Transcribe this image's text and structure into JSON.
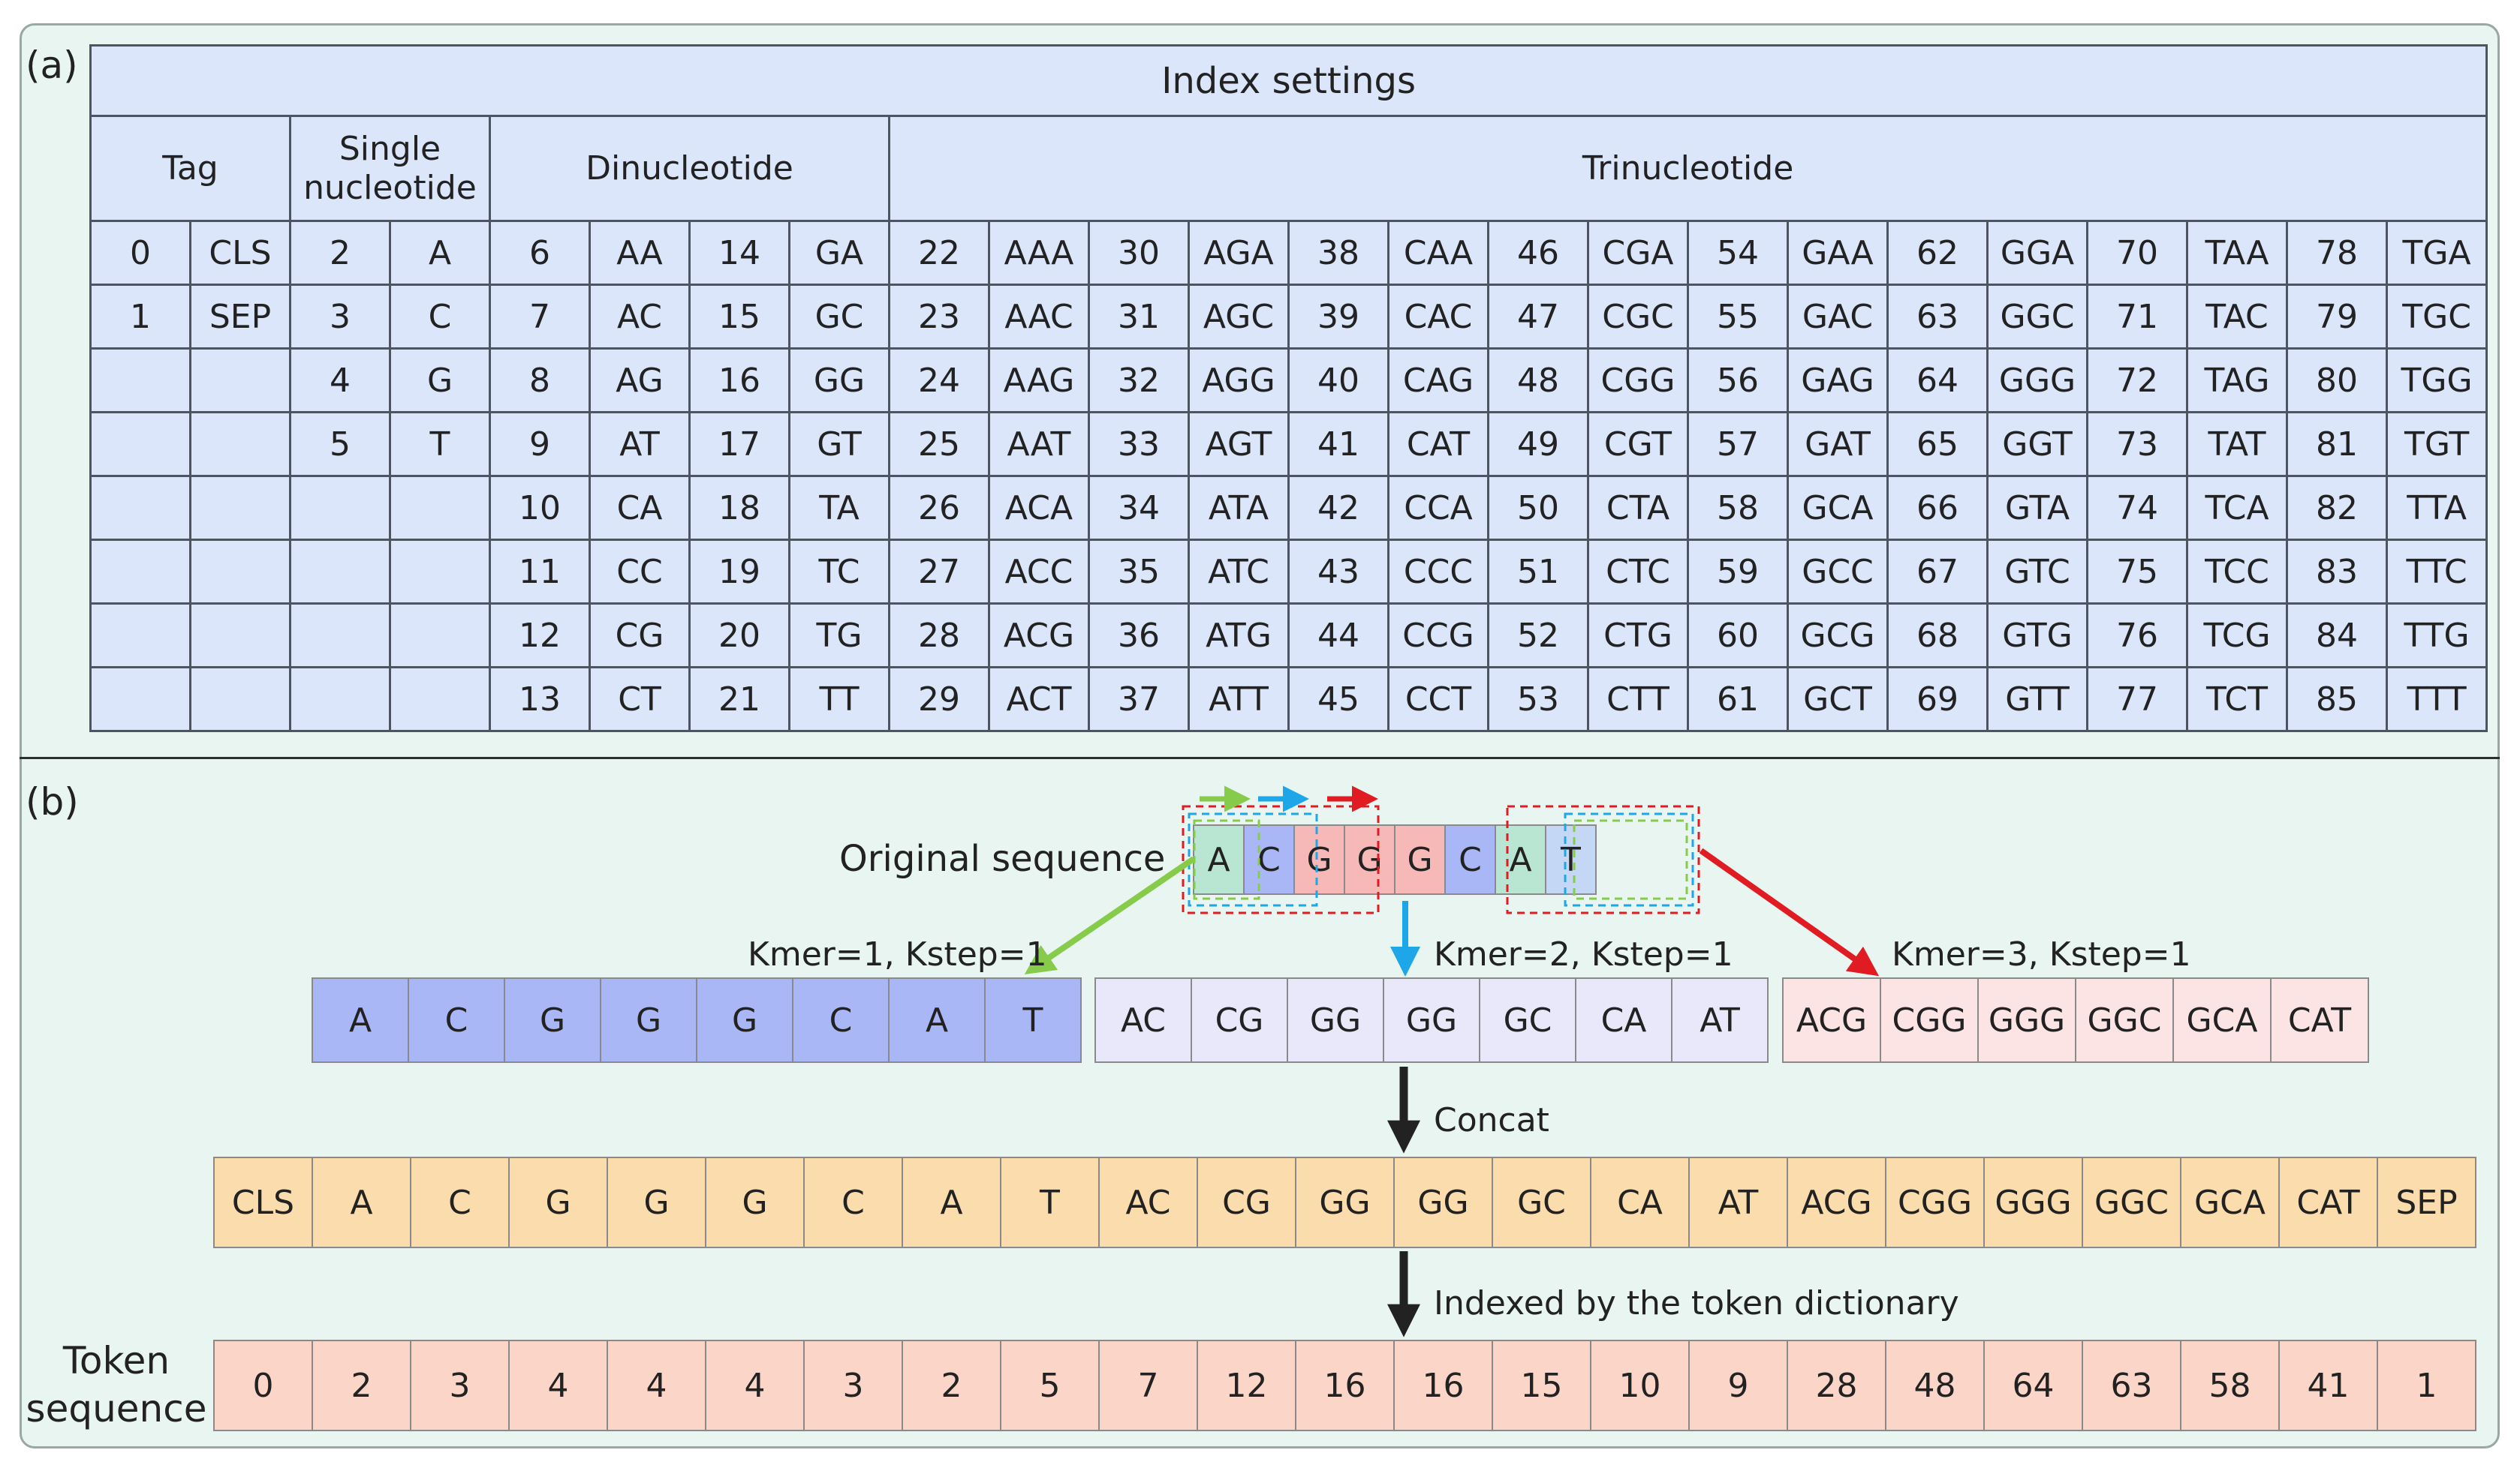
{
  "panel_a_label": "(a)",
  "panel_b_label": "(b)",
  "table": {
    "title": "Index settings",
    "groups": {
      "tag": "Tag",
      "single": "Single nucleotide",
      "dinucleotide": "Dinucleotide",
      "trinucleotide": "Trinucleotide"
    },
    "rows": [
      [
        "0",
        "CLS",
        "2",
        "A",
        "6",
        "AA",
        "14",
        "GA",
        "22",
        "AAA",
        "30",
        "AGA",
        "38",
        "CAA",
        "46",
        "CGA",
        "54",
        "GAA",
        "62",
        "GGA",
        "70",
        "TAA",
        "78",
        "TGA"
      ],
      [
        "1",
        "SEP",
        "3",
        "C",
        "7",
        "AC",
        "15",
        "GC",
        "23",
        "AAC",
        "31",
        "AGC",
        "39",
        "CAC",
        "47",
        "CGC",
        "55",
        "GAC",
        "63",
        "GGC",
        "71",
        "TAC",
        "79",
        "TGC"
      ],
      [
        "",
        "",
        "4",
        "G",
        "8",
        "AG",
        "16",
        "GG",
        "24",
        "AAG",
        "32",
        "AGG",
        "40",
        "CAG",
        "48",
        "CGG",
        "56",
        "GAG",
        "64",
        "GGG",
        "72",
        "TAG",
        "80",
        "TGG"
      ],
      [
        "",
        "",
        "5",
        "T",
        "9",
        "AT",
        "17",
        "GT",
        "25",
        "AAT",
        "33",
        "AGT",
        "41",
        "CAT",
        "49",
        "CGT",
        "57",
        "GAT",
        "65",
        "GGT",
        "73",
        "TAT",
        "81",
        "TGT"
      ],
      [
        "",
        "",
        "",
        "",
        "10",
        "CA",
        "18",
        "TA",
        "26",
        "ACA",
        "34",
        "ATA",
        "42",
        "CCA",
        "50",
        "CTA",
        "58",
        "GCA",
        "66",
        "GTA",
        "74",
        "TCA",
        "82",
        "TTA"
      ],
      [
        "",
        "",
        "",
        "",
        "11",
        "CC",
        "19",
        "TC",
        "27",
        "ACC",
        "35",
        "ATC",
        "43",
        "CCC",
        "51",
        "CTC",
        "59",
        "GCC",
        "67",
        "GTC",
        "75",
        "TCC",
        "83",
        "TTC"
      ],
      [
        "",
        "",
        "",
        "",
        "12",
        "CG",
        "20",
        "TG",
        "28",
        "ACG",
        "36",
        "ATG",
        "44",
        "CCG",
        "52",
        "CTG",
        "60",
        "GCG",
        "68",
        "GTG",
        "76",
        "TCG",
        "84",
        "TTG"
      ],
      [
        "",
        "",
        "",
        "",
        "13",
        "CT",
        "21",
        "TT",
        "29",
        "ACT",
        "37",
        "ATT",
        "45",
        "CCT",
        "53",
        "CTT",
        "61",
        "GCT",
        "69",
        "GTT",
        "77",
        "TCT",
        "85",
        "TTT"
      ]
    ]
  },
  "original": {
    "label": "Original sequence",
    "cells": [
      "A",
      "C",
      "G",
      "G",
      "G",
      "C",
      "A",
      "T"
    ]
  },
  "kmer1": {
    "label": "Kmer=1, Kstep=1",
    "tokens": [
      "A",
      "C",
      "G",
      "G",
      "G",
      "C",
      "A",
      "T"
    ]
  },
  "kmer2": {
    "label": "Kmer=2, Kstep=1",
    "tokens": [
      "AC",
      "CG",
      "GG",
      "GG",
      "GC",
      "CA",
      "AT"
    ]
  },
  "kmer3": {
    "label": "Kmer=3, Kstep=1",
    "tokens": [
      "ACG",
      "CGG",
      "GGG",
      "GGC",
      "GCA",
      "CAT"
    ]
  },
  "concat": {
    "label": "Concat",
    "tokens": [
      "CLS",
      "A",
      "C",
      "G",
      "G",
      "G",
      "C",
      "A",
      "T",
      "AC",
      "CG",
      "GG",
      "GG",
      "GC",
      "CA",
      "AT",
      "ACG",
      "CGG",
      "GGG",
      "GGC",
      "GCA",
      "CAT",
      "SEP"
    ]
  },
  "indexed": {
    "label": "Indexed by the token dictionary",
    "row_label": "Token sequence",
    "tokens": [
      "0",
      "2",
      "3",
      "4",
      "4",
      "4",
      "3",
      "2",
      "5",
      "7",
      "12",
      "16",
      "16",
      "15",
      "10",
      "9",
      "28",
      "48",
      "64",
      "63",
      "58",
      "41",
      "1"
    ]
  },
  "colors": {
    "panel_bg": "#e9f5f1",
    "table_bg": "#dbe6fb",
    "kmer1_fill": "#aab7f7",
    "kmer2_fill": "#e8e8fa",
    "kmer3_fill": "#fde4e4",
    "concat_fill": "#fbdcac",
    "index_fill": "#fbd6c8",
    "arrow_green": "#86cc4a",
    "arrow_blue": "#1ea7e8",
    "arrow_red": "#e11b22"
  }
}
